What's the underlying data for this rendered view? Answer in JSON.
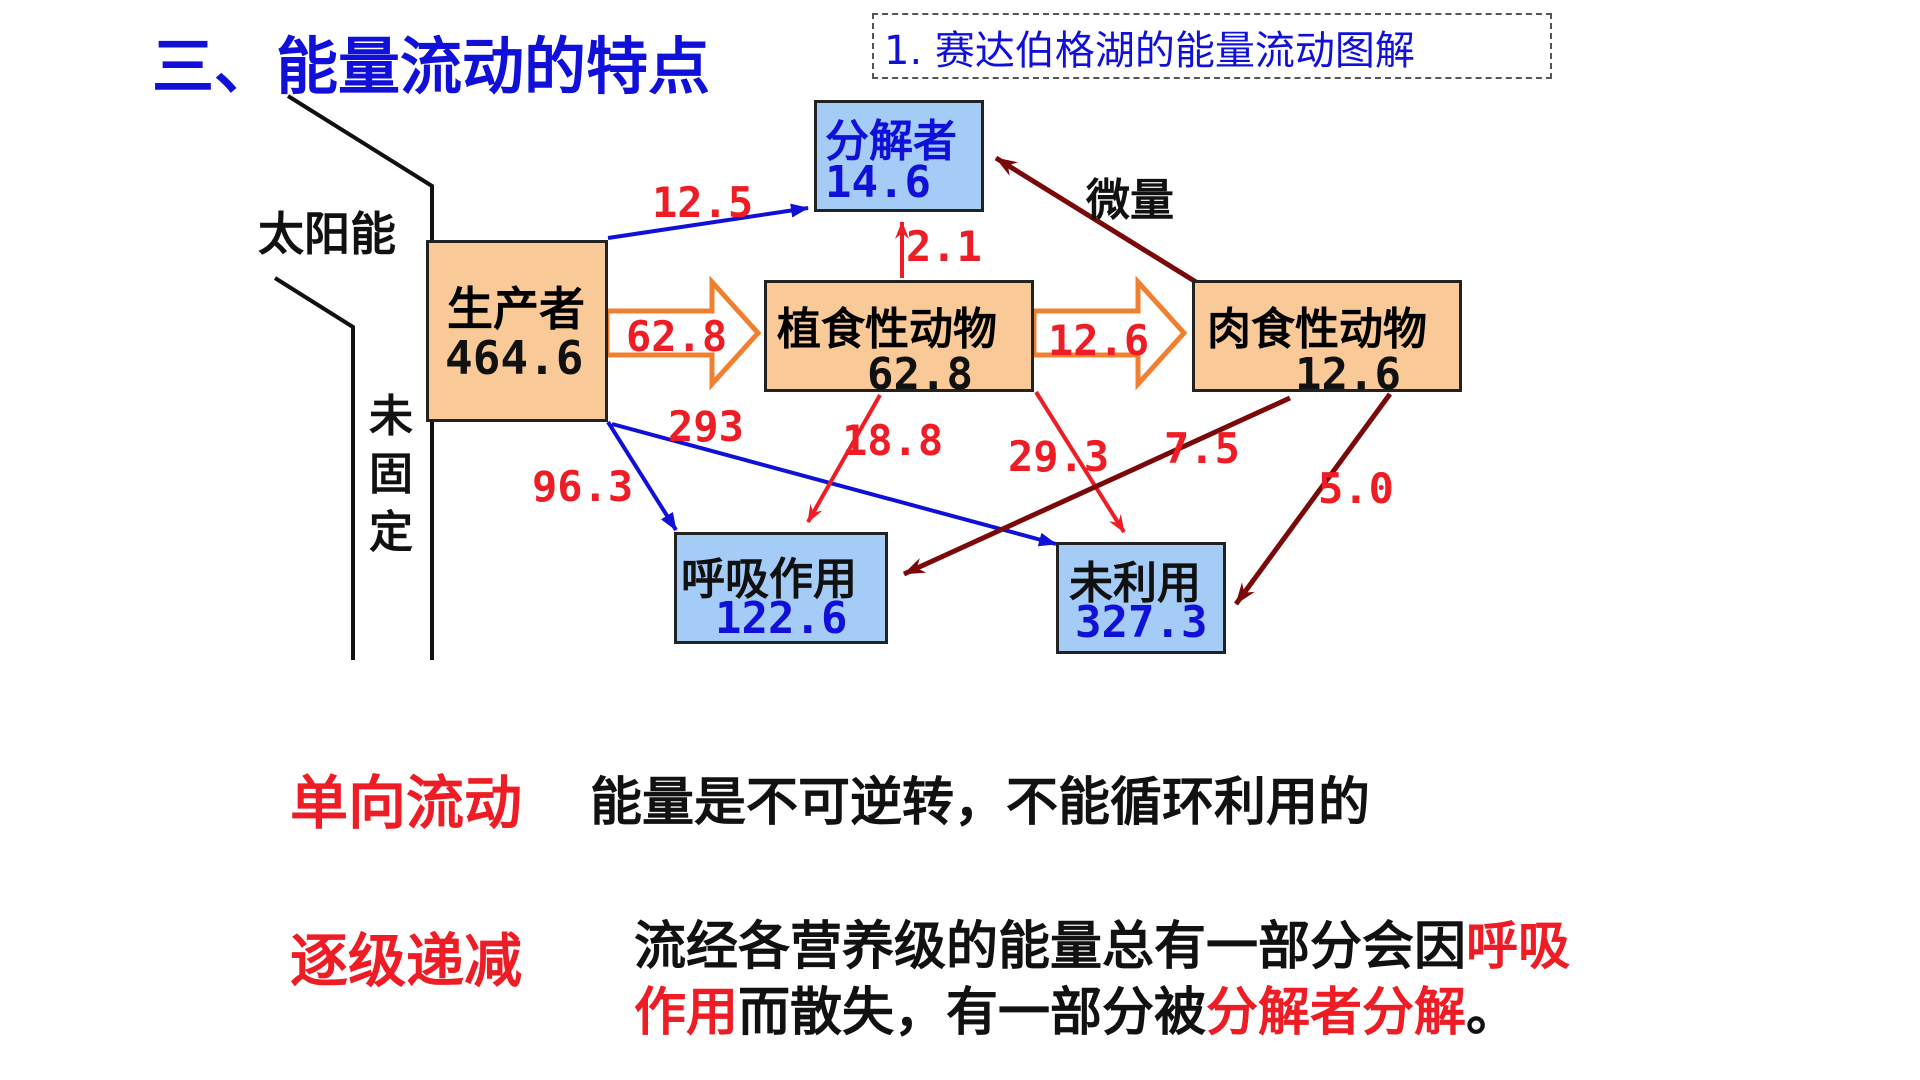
{
  "title": "三、能量流动的特点",
  "subtitle": "1. 赛达伯格湖的能量流动图解",
  "diagram": {
    "solar_label": "太阳能",
    "unfixed_label": "未固定",
    "trace_label": "微量",
    "nodes": {
      "producer": {
        "label": "生产者",
        "value": "464.6"
      },
      "herbivore": {
        "label": "植食性动物",
        "value": "62.8"
      },
      "carnivore": {
        "label": "肉食性动物",
        "value": "12.6"
      },
      "decomposer": {
        "label": "分解者",
        "value": "14.6"
      },
      "respiration": {
        "label": "呼吸作用",
        "value": "122.6"
      },
      "unused": {
        "label": "未利用",
        "value": "327.3"
      }
    },
    "flows": {
      "producer_to_decomposer": "12.5",
      "producer_to_herbivore": "62.8",
      "producer_to_unused": "293",
      "producer_to_respiration": "96.3",
      "herbivore_to_decomposer": "2.1",
      "herbivore_to_carnivore": "12.6",
      "herbivore_to_respiration": "18.8",
      "herbivore_to_unused": "29.3",
      "carnivore_to_respiration": "7.5",
      "carnivore_to_unused": "5.0"
    },
    "colors": {
      "producer_arrows": "#1010d8",
      "trophic_arrows": "#f08030",
      "herbivore_arrows": "#ee1c24",
      "carnivore_arrows": "#7a0a0a",
      "node_fill_trophic": "#f9c998",
      "node_fill_sink": "#a4ccf7"
    }
  },
  "features": [
    {
      "key": "单向流动",
      "line1": "能量是不可逆转，不能循环利用的"
    },
    {
      "key": "逐级递减",
      "line1_a": "流经各营养级的能量总有一部分会因",
      "line1_b": "呼吸",
      "line2_a": "作用",
      "line2_b": "而散失，有一部分被",
      "line2_c": "分解者分解",
      "line2_d": "。"
    }
  ]
}
